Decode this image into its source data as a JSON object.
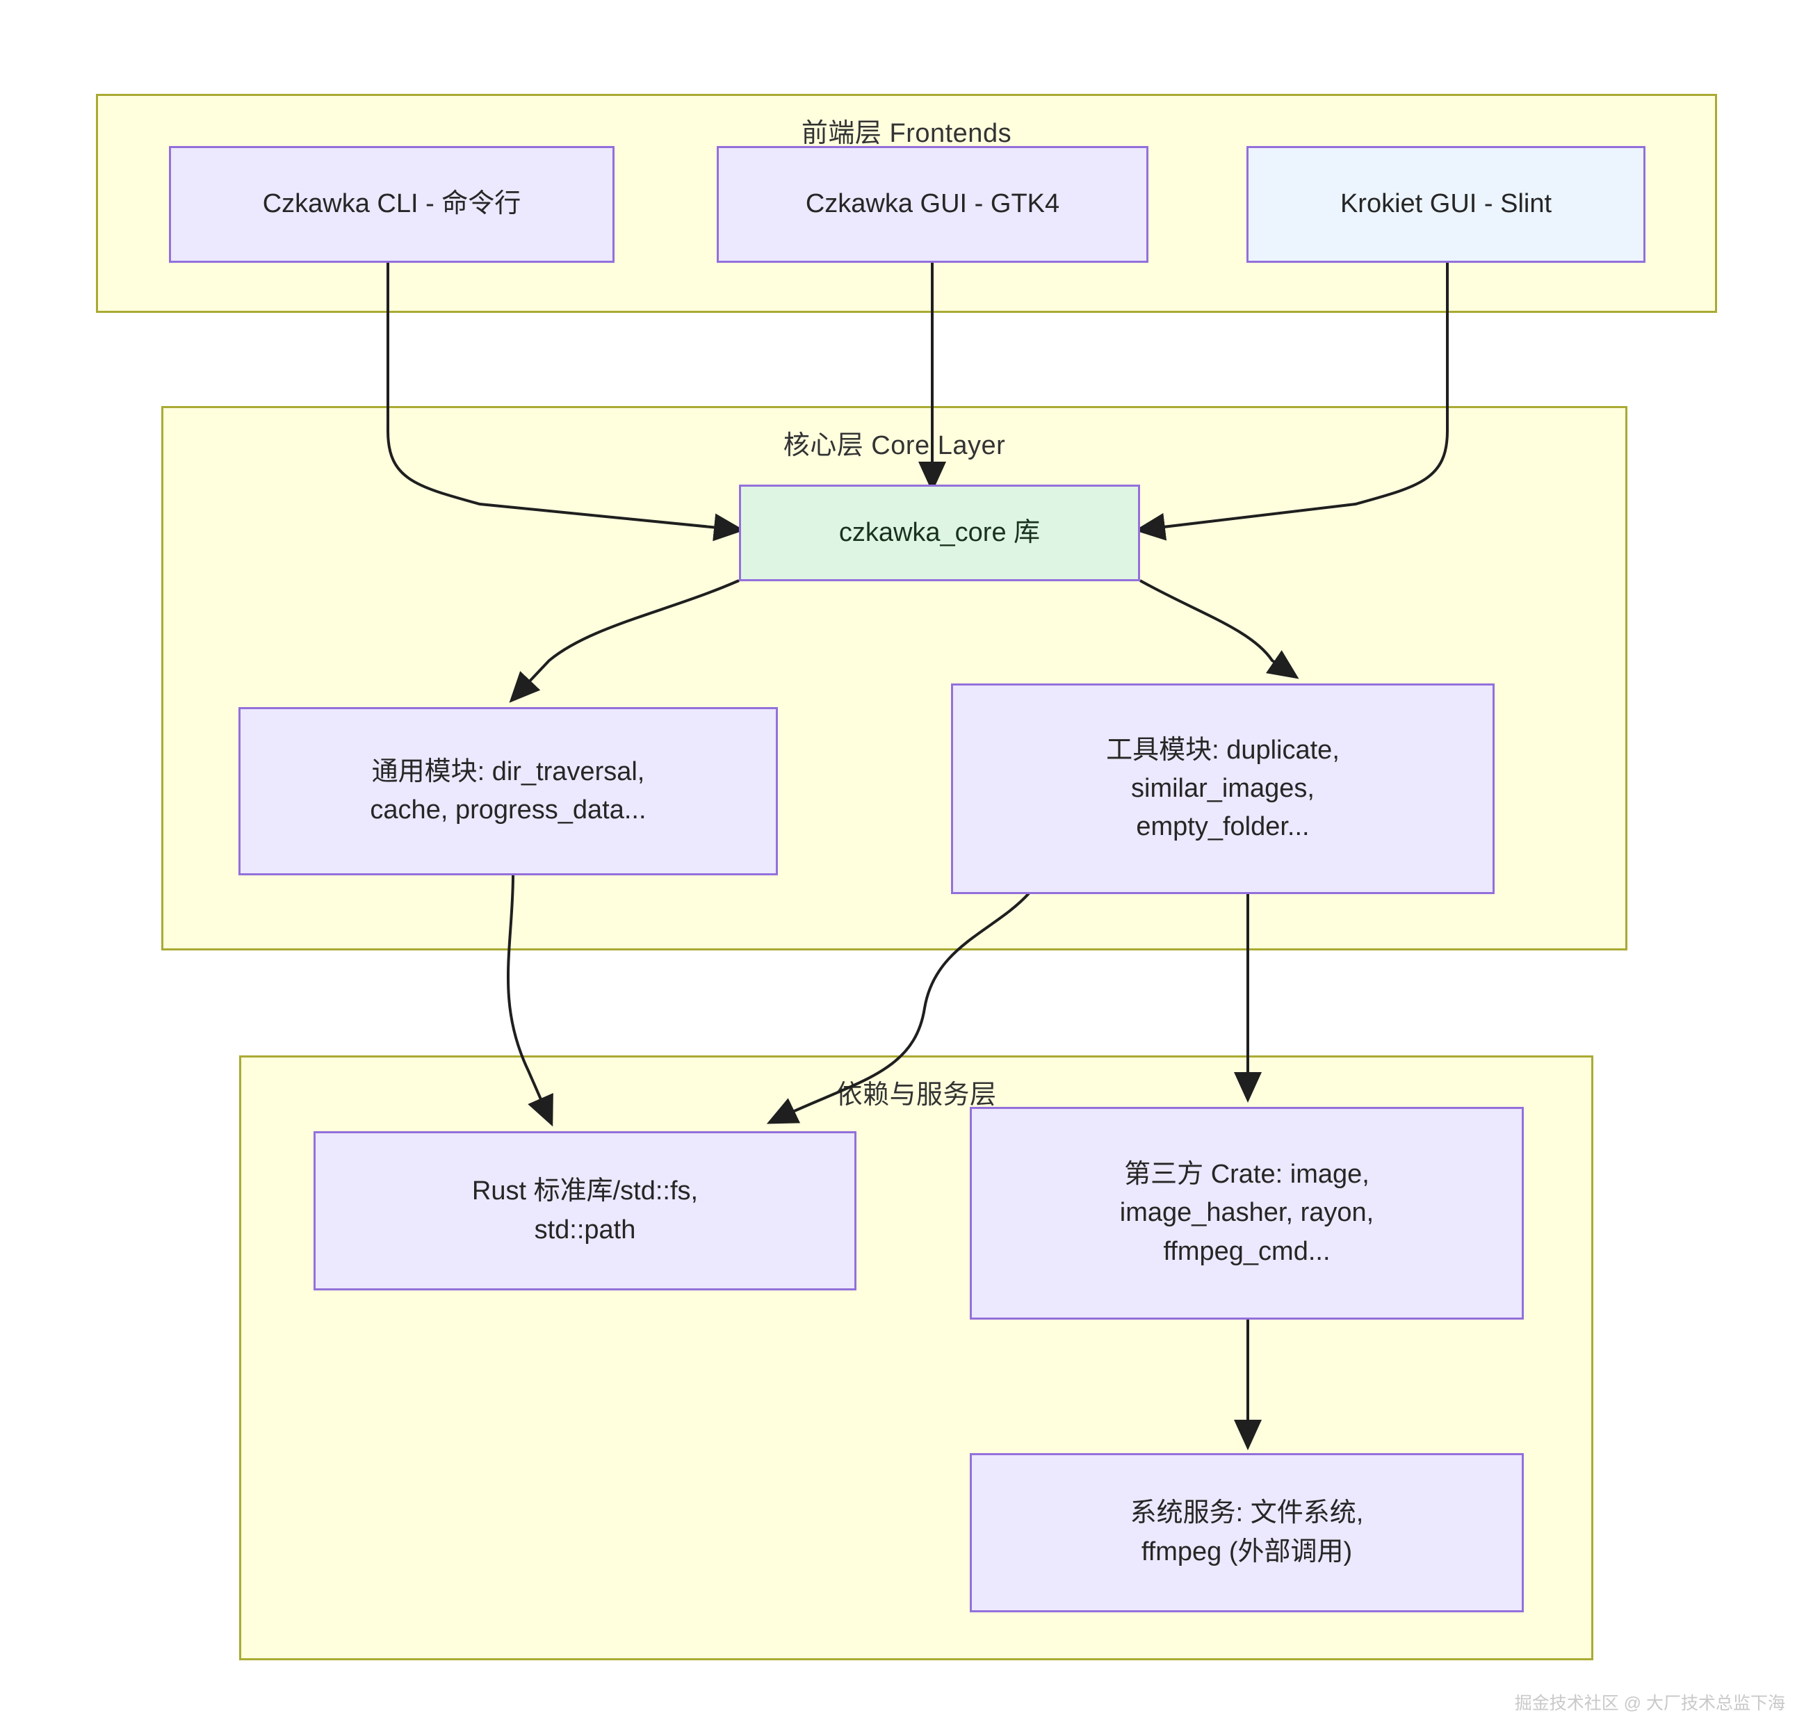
{
  "diagram": {
    "title": "Czkawka Architecture",
    "colors": {
      "cluster_fill": "#ffffde",
      "cluster_border": "#aaaa33",
      "node_fill": "#ece8fd",
      "node_border": "#9370db",
      "core_fill": "#dff5e3",
      "alt_fill": "#ecf4fd",
      "edge": "#1f1f1f",
      "text": "#262626"
    },
    "clusters": [
      {
        "id": "frontends",
        "label": "前端层 Frontends"
      },
      {
        "id": "core",
        "label": "核心层 Core Layer"
      },
      {
        "id": "deps",
        "label": "依赖与服务层"
      }
    ],
    "nodes": [
      {
        "id": "cli",
        "label": "Czkawka CLI - 命令行"
      },
      {
        "id": "gui",
        "label": "Czkawka GUI - GTK4"
      },
      {
        "id": "krokiet",
        "label": "Krokiet GUI - Slint"
      },
      {
        "id": "corelib",
        "label": "czkawka_core 库"
      },
      {
        "id": "common",
        "label": "通用模块: dir_traversal,\ncache, progress_data..."
      },
      {
        "id": "tools",
        "label": "工具模块: duplicate,\nsimilar_images,\nempty_folder..."
      },
      {
        "id": "std",
        "label": "Rust 标准库/std::fs,\nstd::path"
      },
      {
        "id": "crates",
        "label": "第三方 Crate: image,\nimage_hasher, rayon,\nffmpeg_cmd..."
      },
      {
        "id": "sysserv",
        "label": "系统服务: 文件系统,\nffmpeg (外部调用)"
      }
    ],
    "edges": [
      {
        "from": "cli",
        "to": "corelib"
      },
      {
        "from": "gui",
        "to": "corelib"
      },
      {
        "from": "krokiet",
        "to": "corelib"
      },
      {
        "from": "corelib",
        "to": "common"
      },
      {
        "from": "corelib",
        "to": "tools"
      },
      {
        "from": "common",
        "to": "std"
      },
      {
        "from": "tools",
        "to": "std"
      },
      {
        "from": "tools",
        "to": "crates"
      },
      {
        "from": "crates",
        "to": "sysserv"
      }
    ]
  },
  "watermark": {
    "text": "掘金技术社区 @ 大厂技术总监下海"
  }
}
